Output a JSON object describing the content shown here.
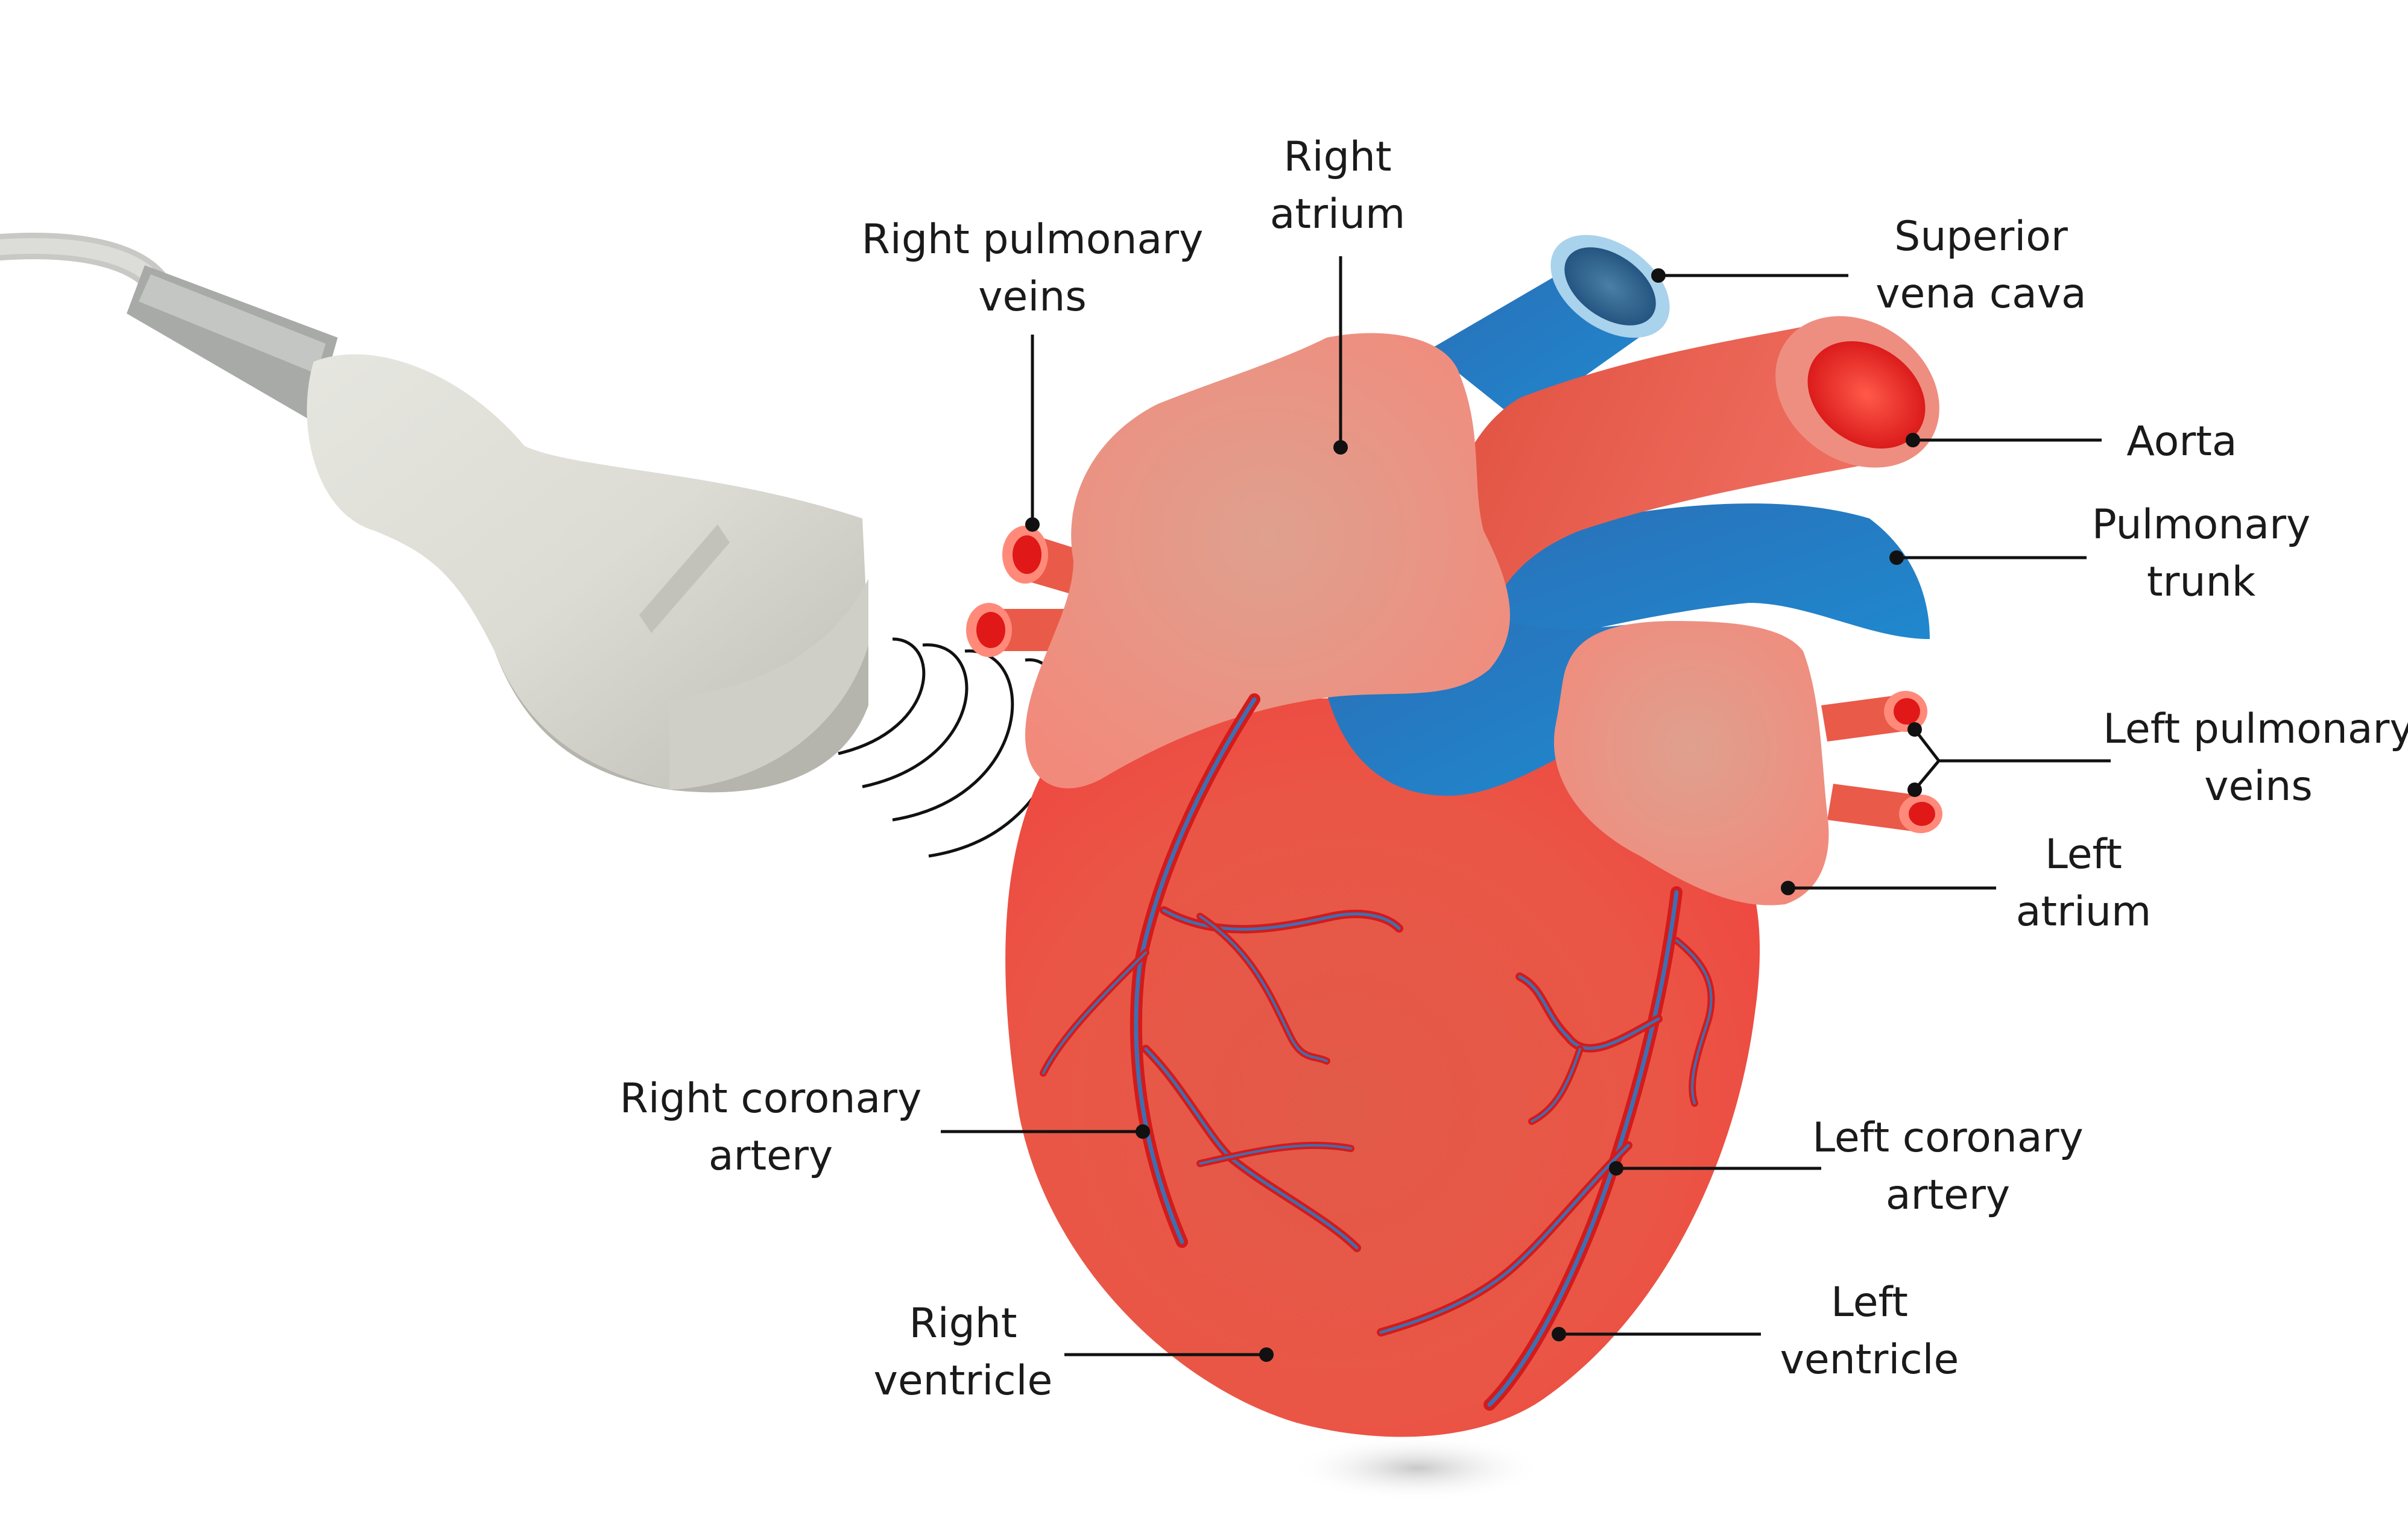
{
  "labels": {
    "right_pulmonary_veins": [
      "Right pulmonary",
      "veins"
    ],
    "right_atrium": [
      "Right",
      "atrium"
    ],
    "superior_vena_cava": [
      "Superior",
      "vena cava"
    ],
    "aorta": [
      "Aorta"
    ],
    "pulmonary_trunk": [
      "Pulmonary",
      "trunk"
    ],
    "left_pulmonary_veins": [
      "Left pulmonary",
      "veins"
    ],
    "left_atrium": [
      "Left",
      "atrium"
    ],
    "right_coronary_artery": [
      "Right coronary",
      "artery"
    ],
    "left_coronary_artery": [
      "Left coronary",
      "artery"
    ],
    "right_ventricle": [
      "Right",
      "ventricle"
    ],
    "left_ventricle": [
      "Left",
      "ventricle"
    ]
  },
  "colors": {
    "artery_red": "#e8443a",
    "vein_blue": "#1f6fb8",
    "atrium_pink": "#f29a8a",
    "probe_gray": "#dcdcd6"
  },
  "icons": [
    "ultrasound-probe-icon",
    "ultrasound-wave-icon",
    "heart-illustration"
  ]
}
